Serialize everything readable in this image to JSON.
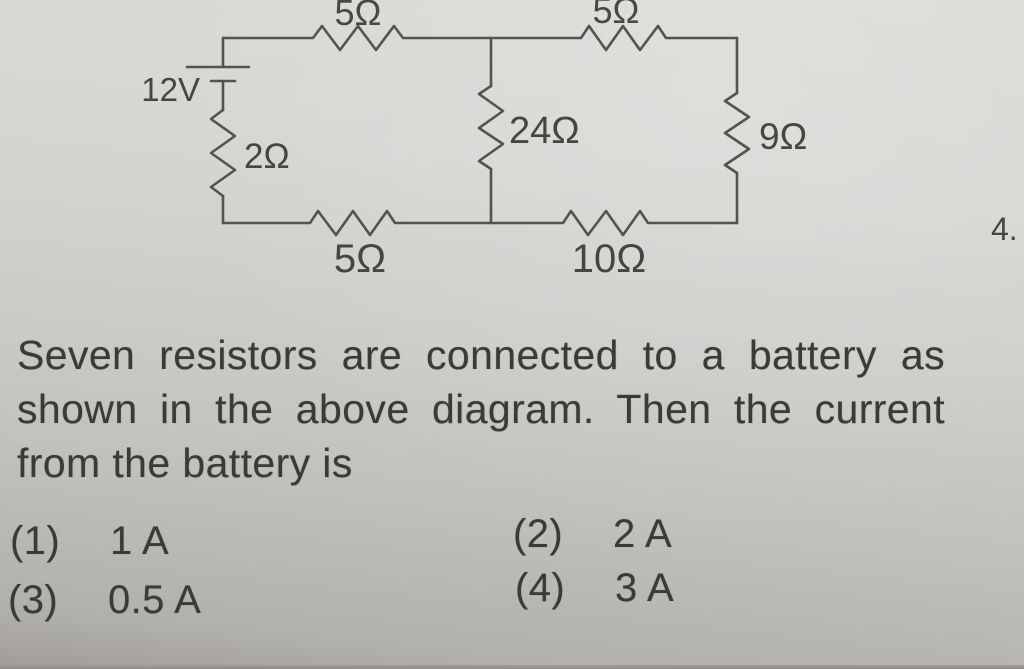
{
  "photo": {
    "margin_question_number": "4."
  },
  "circuit": {
    "battery_label": "12V",
    "labels": {
      "top_left": "5Ω",
      "top_right": "5Ω",
      "left_branch": "2Ω",
      "middle_branch": "24Ω",
      "right_branch": "9Ω",
      "bottom_left": "5Ω",
      "bottom_right": "10Ω"
    },
    "stroke_color": "#55534e"
  },
  "question": {
    "lines": [
      "Seven resistors are connected to a battery as",
      "shown in the above diagram. Then the current",
      "from the battery is"
    ]
  },
  "options": [
    {
      "number": "(1)",
      "value": "1 A"
    },
    {
      "number": "(2)",
      "value": "2 A"
    },
    {
      "number": "(3)",
      "value": "0.5 A"
    },
    {
      "number": "(4)",
      "value": "3 A"
    }
  ]
}
